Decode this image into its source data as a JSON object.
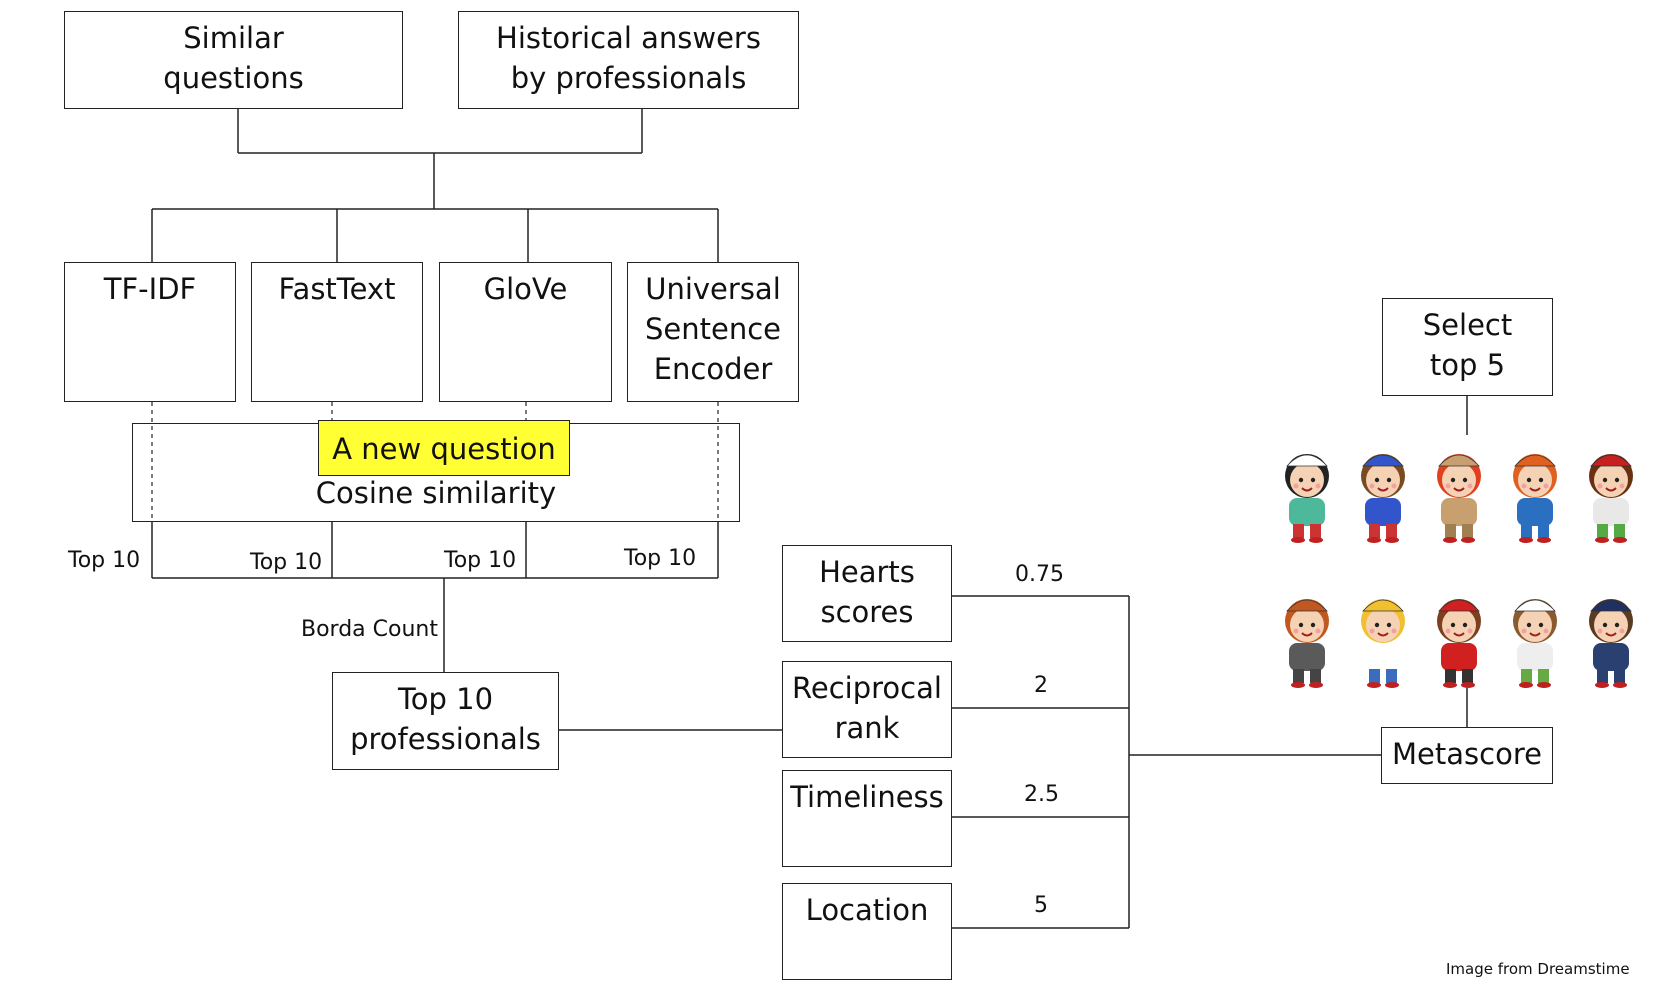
{
  "sources": {
    "similar_questions": [
      "Similar",
      "questions"
    ],
    "historical_answers": [
      "Historical answers",
      "by professionals"
    ]
  },
  "models": {
    "tfidf": [
      "TF-IDF"
    ],
    "fasttext": [
      "FastText"
    ],
    "glove": [
      "GloVe"
    ],
    "use": [
      "Universal",
      "Sentence",
      "Encoder"
    ]
  },
  "new_question": "A new question",
  "cosine_similarity": "Cosine similarity",
  "top10_label": "Top 10",
  "borda_count": "Borda Count",
  "top10_professionals": [
    "Top 10",
    "professionals"
  ],
  "criteria": {
    "hearts": [
      "Hearts",
      "scores"
    ],
    "reciprocal": [
      "Reciprocal",
      "rank"
    ],
    "timeliness": [
      "Timeliness"
    ],
    "location": [
      "Location"
    ]
  },
  "weights": {
    "hearts": "0.75",
    "reciprocal": "2",
    "timeliness": "2.5",
    "location": "5"
  },
  "metascore": "Metascore",
  "select_top": [
    "Select",
    "top 5"
  ],
  "image_credit": "Image from Dreamstime",
  "avatar_icons": [
    "nurse-kid-icon",
    "flight-attendant-kid-icon",
    "explorer-kid-icon",
    "gardener-kid-icon",
    "painter-kid-icon",
    "scientist-kid-icon",
    "doctor-kid-icon",
    "firefighter-kid-icon",
    "chef-kid-icon",
    "police-kid-icon"
  ],
  "colors": {
    "highlight": "#ffff33",
    "stroke": "#222222"
  }
}
